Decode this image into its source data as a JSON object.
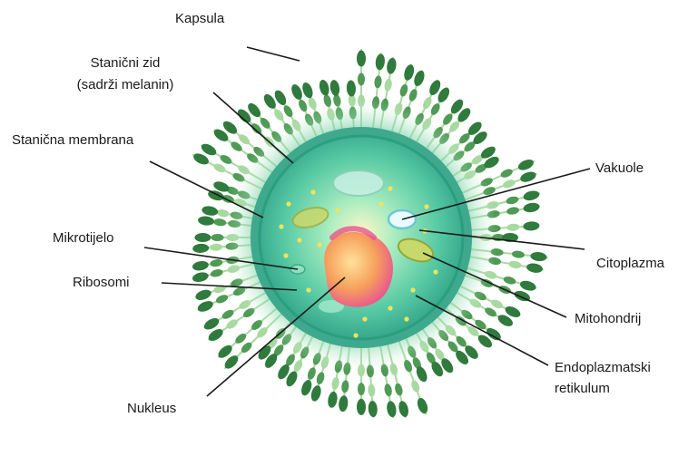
{
  "labels": {
    "kapsula": "Kapsula",
    "stanicni_zid_1": "Stanični zid",
    "stanicni_zid_2": "(sadrži melanin)",
    "stanicna_membrana": "Stanična membrana",
    "mikrotijelo": "Mikrotijelo",
    "ribosomi": "Ribosomi",
    "nukleus": "Nukleus",
    "vakuole": "Vakuole",
    "citoplazma": "Citoplazma",
    "mitohondrij": "Mitohondrij",
    "endoplazmatski_1": "Endoplazmatski",
    "endoplazmatski_2": "retikulum"
  },
  "colors": {
    "capsule_dark": "#2f7a3c",
    "capsule_mid": "#4f9a55",
    "capsule_light": "#a8d9a0",
    "wall_ring": "#2a9f7f",
    "cytoplasm": "#5fd0a6",
    "nucleus": "#f4a05a",
    "nucleus_pink": "#e8558f",
    "vacuole": "#bfeff0",
    "leader_line": "#1a1a1a"
  }
}
